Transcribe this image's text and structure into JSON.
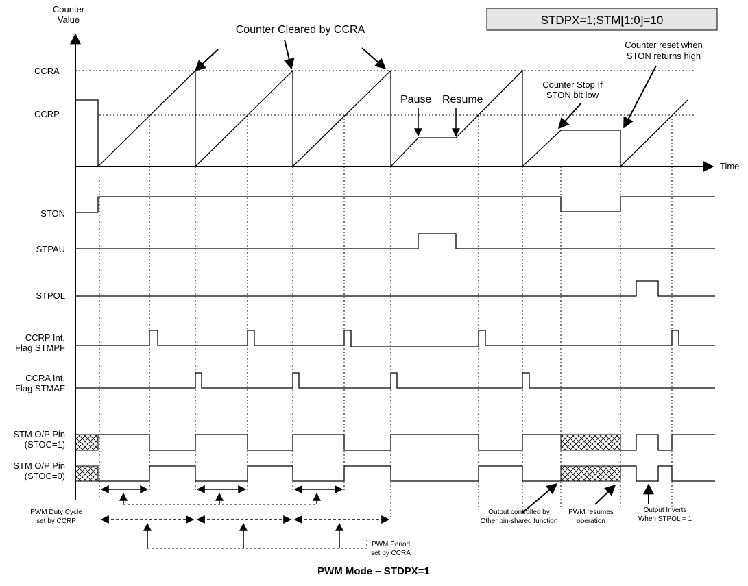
{
  "mode_box": "STDPX=1;STM[1:0]=10",
  "axis": {
    "y_label_line1": "Counter",
    "y_label_line2": "Value",
    "x_label": "Time",
    "ccra": "CCRA",
    "ccrp": "CCRP"
  },
  "annotations": {
    "counter_cleared": "Counter Cleared by CCRA",
    "pause": "Pause",
    "resume": "Resume",
    "counter_stop_line1": "Counter Stop If",
    "counter_stop_line2": "STON bit low",
    "counter_reset_line1": "Counter reset when",
    "counter_reset_line2": "STON returns high"
  },
  "signals": {
    "ston": "STON",
    "stpau": "STPAU",
    "stpol": "STPOL",
    "ccrp_flag_line1": "CCRP Int.",
    "ccrp_flag_line2": "Flag STMPF",
    "ccra_flag_line1": "CCRA Int.",
    "ccra_flag_line2": "Flag STMAF",
    "pin1_line1": "STM O/P Pin",
    "pin1_line2": "(STOC=1)",
    "pin0_line1": "STM O/P Pin",
    "pin0_line2": "(STOC=0)"
  },
  "notes": {
    "duty_line1": "PWM Duty Cycle",
    "duty_line2": "set by CCRP",
    "period_line1": "PWM Period",
    "period_line2": "set by CCRA",
    "output_ctrl_line1": "Output controlled by",
    "output_ctrl_line2": "Other pin-shared function",
    "pwm_resumes_line1": "PWM resumes",
    "pwm_resumes_line2": "operation",
    "output_inverts_line1": "Output Inverts",
    "output_inverts_line2": "When STPOL = 1"
  },
  "caption": "PWM Mode – STDPX=1"
}
